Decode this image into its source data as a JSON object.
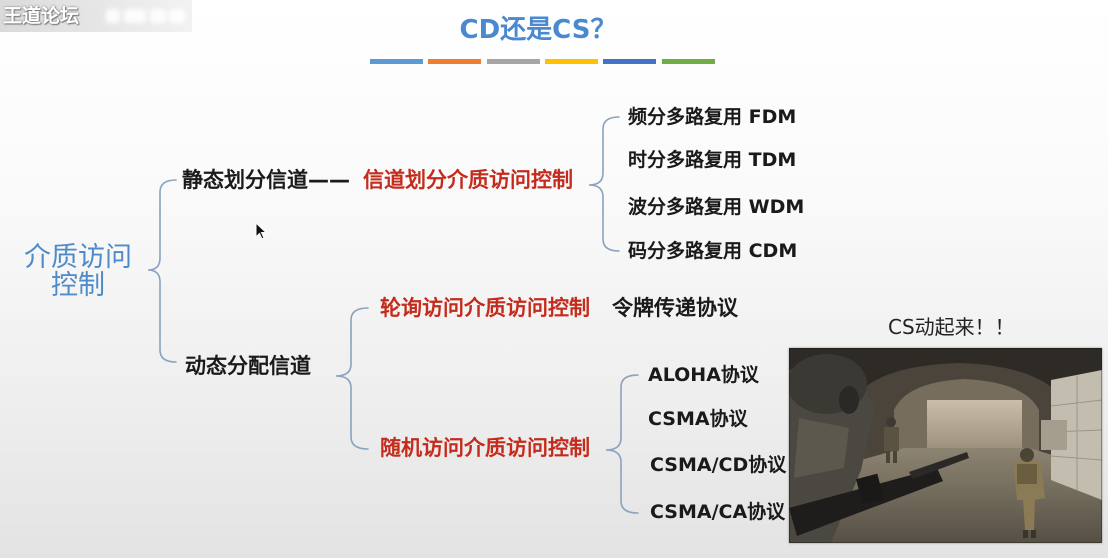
{
  "watermark": {
    "text": "王道论坛"
  },
  "slide": {
    "title": "CD还是CS？",
    "accent_bars": [
      "#5b9bd5",
      "#ed7d31",
      "#a5a5a5",
      "#ffc000",
      "#4472c4",
      "#70ad47"
    ],
    "colors": {
      "title": "#4a89d0",
      "root": "#4f8bc9",
      "highlight": "#c42b1c",
      "text": "#1a1a1a",
      "bracket": "#8aa2bd"
    },
    "root": {
      "line1": "介质访问",
      "line2": "控制"
    },
    "static": {
      "label": "静态划分信道——",
      "method": "信道划分介质访问控制",
      "items": [
        "频分多路复用 FDM",
        "时分多路复用 TDM",
        "波分多路复用 WDM",
        "码分多路复用 CDM"
      ]
    },
    "dynamic": {
      "label": "动态分配信道",
      "polling": {
        "method": "轮询访问介质访问控制",
        "protocol": "令牌传递协议"
      },
      "random": {
        "method": "随机访问介质访问控制",
        "protocols": [
          "ALOHA协议",
          "CSMA协议",
          "CSMA/CD协议",
          "CSMA/CA协议"
        ]
      }
    },
    "caption": "CS动起来！！",
    "cursor_icon": "mouse-pointer-icon"
  }
}
